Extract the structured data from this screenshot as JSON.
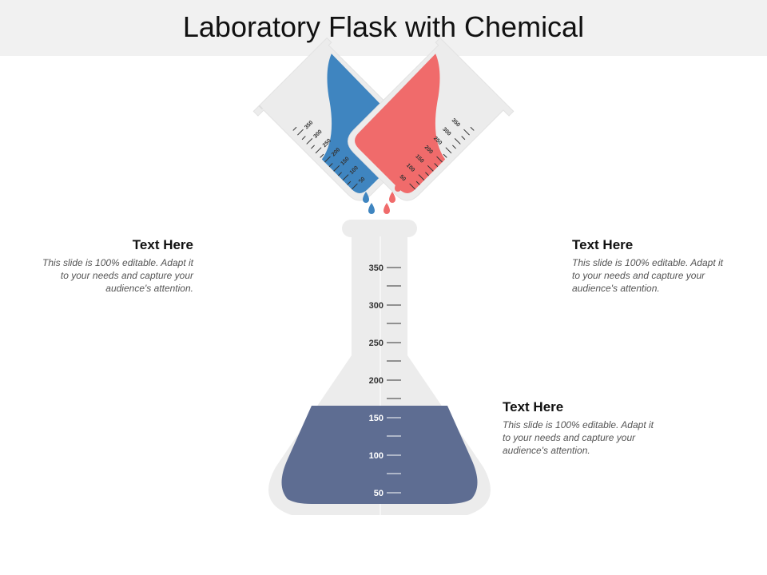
{
  "slide": {
    "title": "Laboratory Flask with Chemical"
  },
  "colors": {
    "title_bar": "#f1f1f1",
    "glass": "#ececec",
    "blue_liquid": "#3f85c0",
    "red_liquid": "#f06b6b",
    "flask_liquid": "#5e6d92",
    "tick": "#333333"
  },
  "left_beaker": {
    "scale": [
      "50",
      "100",
      "150",
      "200",
      "250",
      "300",
      "350"
    ],
    "liquid": "blue"
  },
  "right_beaker": {
    "scale": [
      "50",
      "100",
      "150",
      "200",
      "250",
      "300",
      "350"
    ],
    "liquid": "red"
  },
  "flask": {
    "scale": [
      "350",
      "300",
      "250",
      "200",
      "150",
      "100",
      "50"
    ]
  },
  "callouts": [
    {
      "heading": "Text Here",
      "body": "This slide is 100% editable. Adapt it to your needs and capture your audience's attention."
    },
    {
      "heading": "Text Here",
      "body": "This slide is 100% editable. Adapt it to your needs and capture your audience's attention."
    },
    {
      "heading": "Text Here",
      "body": "This slide is 100% editable. Adapt it to your needs and capture your audience's attention."
    }
  ]
}
